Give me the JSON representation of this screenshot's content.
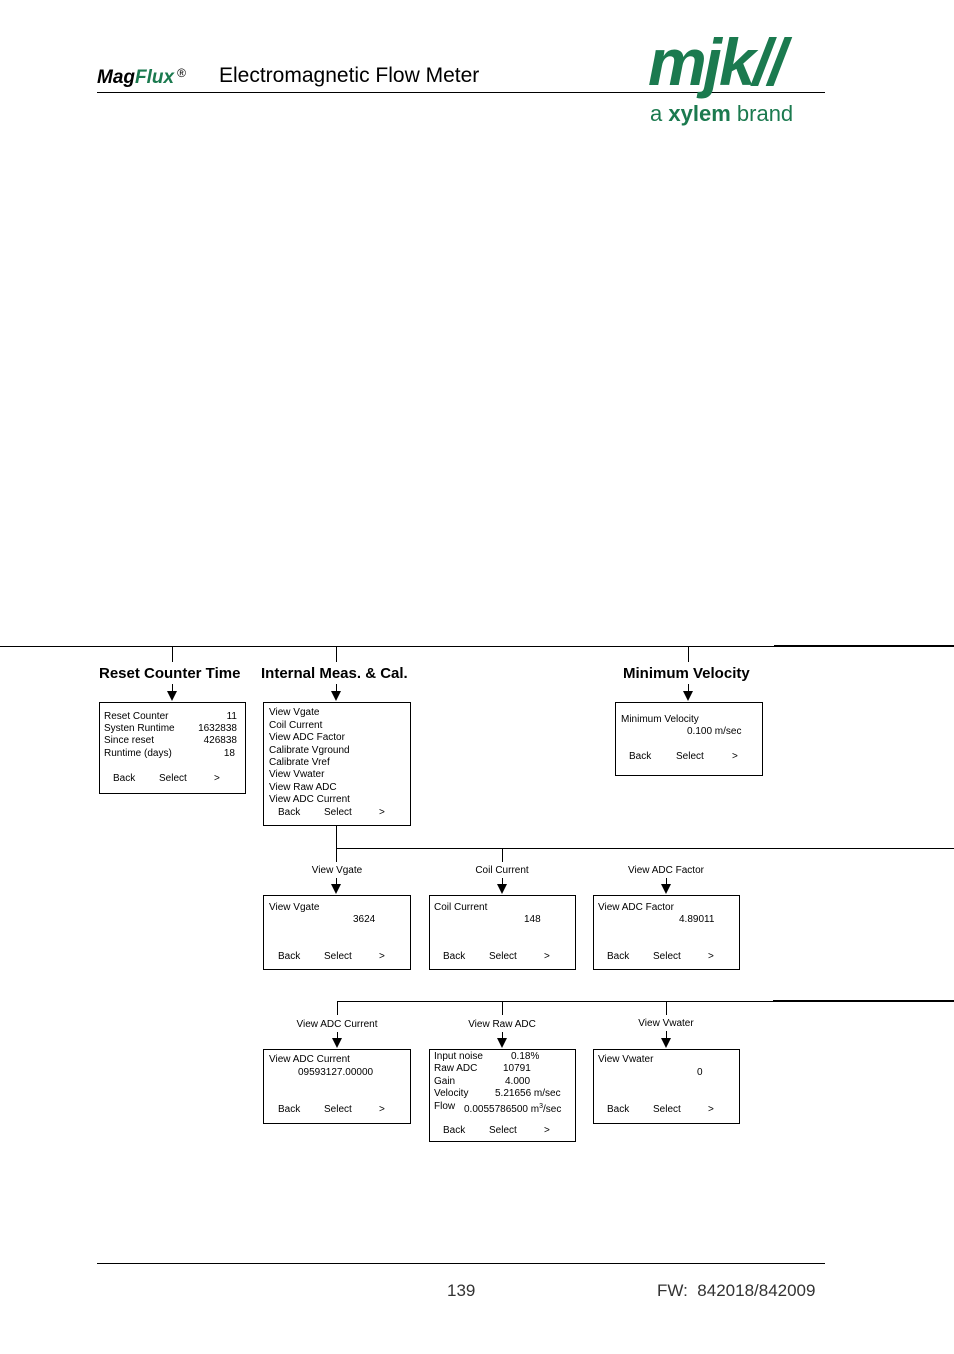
{
  "header": {
    "brand_mag": "Mag",
    "brand_flux": "Flux",
    "brand_reg": "®",
    "title": "Electromagnetic Flow Meter",
    "logo_text": "mjk//",
    "logo_sub_a": "a",
    "logo_sub_xylem": "xylem",
    "logo_sub_brand": "brand",
    "brand_color": "#1b7a4f"
  },
  "menus": {
    "reset_counter": {
      "heading": "Reset Counter Time",
      "rows": [
        {
          "label": "Reset Counter",
          "value": "11"
        },
        {
          "label": "Systen Runtime",
          "value": "1632838"
        },
        {
          "label": "Since reset",
          "value": "426838"
        },
        {
          "label": "Runtime (days)",
          "value": "18"
        }
      ]
    },
    "internal": {
      "heading": "Internal Meas. & Cal.",
      "items": [
        "View Vgate",
        "Coil Current",
        "View ADC Factor",
        "Calibrate Vground",
        "Calibrate Vref",
        "View Vwater",
        "View Raw ADC",
        "View ADC Current"
      ]
    },
    "min_velocity": {
      "heading": "Minimum Velocity",
      "title": "Minimum Velocity",
      "value": "0.100 m/sec"
    }
  },
  "sub": {
    "vgate": {
      "label": "View Vgate",
      "title": "View Vgate",
      "value": "3624"
    },
    "coil": {
      "label": "Coil Current",
      "title": "Coil Current",
      "value": "148"
    },
    "adc_factor": {
      "label": "View ADC Factor",
      "title": "View ADC Factor",
      "value": "4.89011"
    },
    "adc_current": {
      "label": "View ADC Current",
      "title": "View ADC Current",
      "value": "09593127.00000"
    },
    "raw_adc": {
      "label": "View Raw ADC",
      "rows": [
        {
          "label": "Input noise",
          "value": "0.18%"
        },
        {
          "label": "Raw ADC",
          "value": "10791"
        },
        {
          "label": "Gain",
          "value": "4.000"
        },
        {
          "label": "Velocity",
          "value": "5.21656 m/sec"
        }
      ],
      "flow_label": "Flow",
      "flow_value": "0.0055786500 m",
      "flow_sup": "3",
      "flow_unit": "/sec"
    },
    "vwater": {
      "label": "View Vwater",
      "title": "View Vwater",
      "value": "0"
    }
  },
  "softkeys": {
    "back": "Back",
    "select": "Select",
    "next": ">"
  },
  "footer": {
    "page": "139",
    "fw": "FW:  842018/842009"
  }
}
